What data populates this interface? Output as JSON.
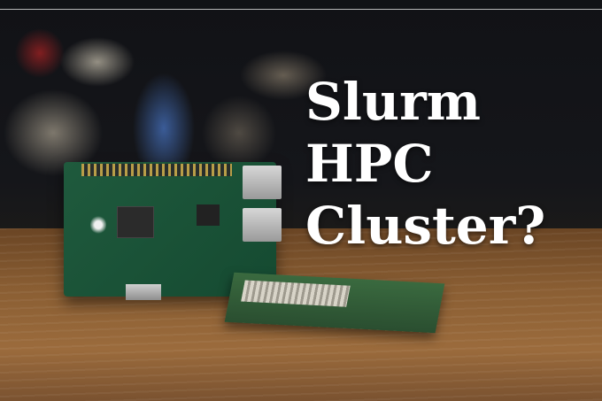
{
  "overlay": {
    "line1": "Slurm",
    "line2": "HPC",
    "line3": "Cluster?"
  },
  "colors": {
    "text": "#ffffff",
    "board": "#1f5a3d",
    "table": "#8a5e33"
  },
  "icons": [
    "raspberry-pi-board",
    "raspberry-pi-logo-icon"
  ]
}
